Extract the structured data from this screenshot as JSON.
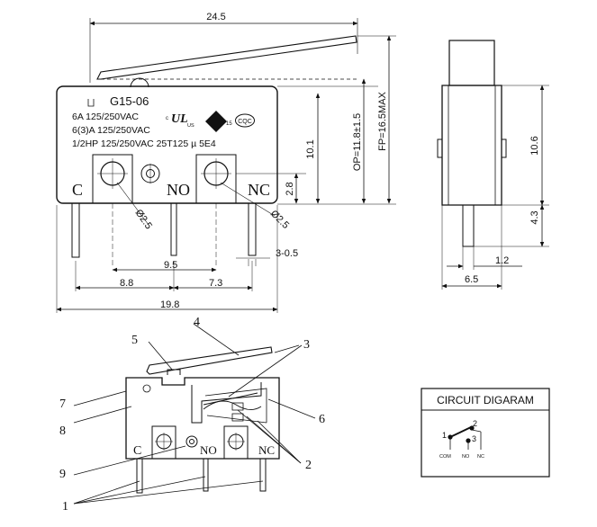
{
  "side_view": {
    "model": "G15-06",
    "rating_lines": [
      "6A 125/250VAC",
      "6(3)A 125/250VAC",
      "1/2HP 125/250VAC 25T125 µ 5E4"
    ],
    "terminals": {
      "c": "C",
      "no": "NO",
      "nc": "NC"
    },
    "certifications": {
      "ul_mark": "UL",
      "ul_suffix": "US",
      "enec_mark": "15",
      "cqc_mark": "CQC"
    },
    "dimensions": {
      "overall_lever_width": "24.5",
      "body_height": "10.1",
      "hole_offset": "2.8",
      "op": "OP=11.8±1.5",
      "fp": "FP=16.5MAX",
      "hole_dia_left": "Ø2.5",
      "hole_dia_right": "Ø2.5",
      "pin_pitch_9_5": "9.5",
      "pin_pitch_8_8": "8.8",
      "pin_pitch_7_3": "7.3",
      "pin_thickness": "3-0.5",
      "overall_body_width": "19.8"
    }
  },
  "end_view": {
    "dimensions": {
      "height": "10.6",
      "pin_length": "4.3",
      "pin_width": "1.2",
      "width": "6.5"
    }
  },
  "exploded_view": {
    "callouts": [
      "1",
      "2",
      "3",
      "4",
      "5",
      "6",
      "7",
      "8",
      "9"
    ],
    "terminals": {
      "c": "C",
      "no": "NO",
      "nc": "NC"
    }
  },
  "circuit_diagram": {
    "title": "CIRCUIT DIGARAM",
    "node_labels": [
      "1",
      "2",
      "3"
    ],
    "terminal_labels": {
      "com": "COM",
      "no": "NO",
      "nc": "NC"
    }
  }
}
